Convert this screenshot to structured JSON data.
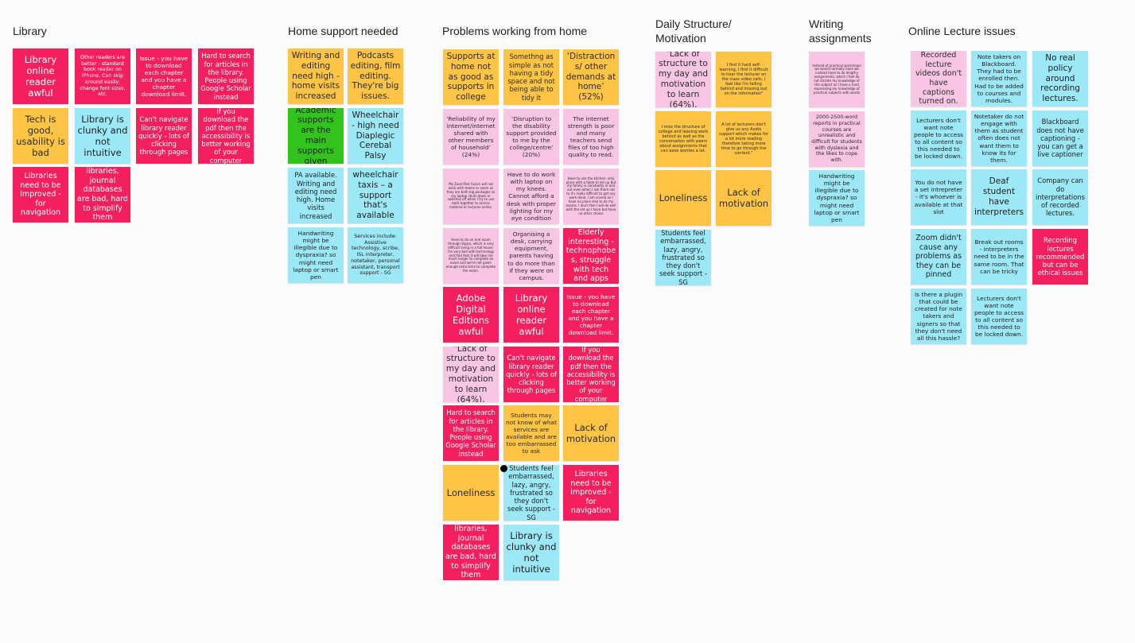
{
  "columns": {
    "library": {
      "title": "Library",
      "notes": [
        "Library online reader awful",
        "Other readers are better - standard book reader on iPhone. Can skip around easily, change font sizes, etc.",
        "Issue - you have to download each chapter and you have a chapter download limit.",
        "Hard to search for articles in the library. People using Google Scholar instead",
        "Tech is good, usability is bad",
        "Library is clunky and not intuitive",
        "Can't navigate library reader quickly - lots of clicking through pages",
        "If you download the pdf then the accessibility is better working of your computer",
        "Libraries need to be improved - for navigation",
        "libraries, journal databases are bad, hard to simplify them"
      ]
    },
    "home_support": {
      "title": "Home support needed",
      "notes": [
        "Writing and editing need high - home visits increased",
        "Podcasts editing, film editing. They're big issues.",
        "Academic supports are the main supports given",
        "Wheelchair - high need Diaplegic Cerebal Palsy",
        "PA available. Writing and editing need high. Home visits increased",
        "wheelchair taxis – a support that's available",
        "Handwriting might be illegible due to dyspraxia? so might need laptop or smart pen",
        "Services include: Assistive technology, scribe, ISL interpreter, notetaker, personal assistant, transport support - SG"
      ]
    },
    "problems_home": {
      "title": "Problems working from home",
      "notes": [
        "Supports at home not as good as supports in college",
        "Somethng as simple as not having a tidy space and not being able to tidy it",
        "‘Distractions/ other demands at home’ (52%)",
        "‘Reliability of my internet/internet shared with other members of household’ (24%)",
        "‘Disruption to the disability support provided to me by the college/centre’ (20%)",
        "The internet strength is poor and many teachers send files of too high quality to read.",
        "My ZoomText fusion will not work with teams or zoom as they are both big packages so my laptop shuts down or switches off when I try to use both together to access material or lectures online.",
        "Have to do work with laptop on my knees. Cannot afford a desk with proper lighting for my eye condition",
        "Have to use the kitchen: only place with a table to set up but my family is constantly in and out even when I ask them not to it's really difficult to get any work done. I am scared as I have no place else to do my exams. I don't feel I will do well with the set up I have but have no other choice",
        "Have to do an oral exam through Skype, which is very difficult living in a full house. I'm very bad with technology and find that it will take me much longer to complete an exam and we're not given enough extra time to complete the exam.",
        "Organising a desk, carrying equipment, parents having to do more than if they were on campus.",
        "Elderly interesting - technophobes, struggle with tech and apps",
        "Adobe Digital Editions awful",
        "Library online reader awful",
        "Issue - you have to download each chapter and you have a chapter download limit.",
        "‘Lack of structure to my day and motivation to learn (64%),",
        "Can't navigate library reader quickly - lots of clicking through pages",
        "If you download the pdf then the accessibility is better working of your computer",
        "Hard to search for articles in the library. People using Google Scholar instead",
        "Students may not know of what services are available and are too embarrassed to ask",
        "Lack of motivation",
        "Loneliness",
        "Students feel embarrassed, lazy, angry, frustrated so they don't seek support - SG",
        "Libraries need to be improved - for navigation",
        "libraries, journal databases are bad, hard to simplify them",
        "Library is clunky and not intuitive"
      ]
    },
    "daily_structure": {
      "title": "Daily Structure/ Motivation",
      "notes": [
        "‘Lack of structure to my day and motivation to learn (64%),",
        "I find it hard self-learning, I find it difficult to hear the lecturer on the class video calls, I feel like I'm falling behind and missing out on the information\"",
        "I miss the structure of college and leaving work behind as well as the conversation with peers about assignments that can ease worries a lot.",
        "A lot of lecturers don't give us any Audio support which makes for a lot more reading therefore taking more time to go through the content.\"",
        "Loneliness",
        "Lack of motivation",
        "Students feel embarrassed, lazy, angry, frustrated so they don't seek support - SG"
      ]
    },
    "writing": {
      "title": "Writing assignments",
      "notes": [
        "Instead of practical workshops we would normally have we instead have to do lengthy assignments, which I feel do not dictate my knowledge of the subject as I have a hard expressing my knowledge of practical subjects with words",
        "2000-2500-word reports in practical courses are unrealistic and difficult for students with dyslexia and the likes to cope with.",
        "Handwriting might be illegible due to dyspraxia? so might need laptop or smart pen"
      ]
    },
    "online_lecture": {
      "title": "Online Lecture issues",
      "notes": [
        "Recorded lecture videos don't have captions turned on.",
        "Note takers on Blackboard. They had to be enrolled then. Had to be added to courses and modules.",
        "No real policy around recording lectures.",
        "Lecturers don't want note people to access to all content so this needed to be locked down.",
        "Notetaker do not engage with them as student often does not want them to know its for them.",
        "Blackboard does not have captioning - you can get a live captioner",
        "You do not have a set intrepreter - it's whoever is available at that slot",
        "Deaf student have interpreters",
        "Company can do interpretations of recorded lectures.",
        "Zoom didn't cause any problems as they can be pinned",
        "Break out rooms - interpreters need to be in the same room. That can be tricky",
        "Recording lectures recommended but can be ethical issues",
        "Is there a plugin that could be created for note takers and signers so that they don't need all this hassle?",
        "Lecturers don't want note people to access to all content so this needed to be locked down."
      ]
    }
  },
  "colors": {
    "pink": "#f41f5e",
    "orange": "#fdc445",
    "light_pink": "#f9c5e4",
    "blue": "#9ce8f7",
    "green": "#32c41d",
    "background": "#fbfbfb"
  }
}
